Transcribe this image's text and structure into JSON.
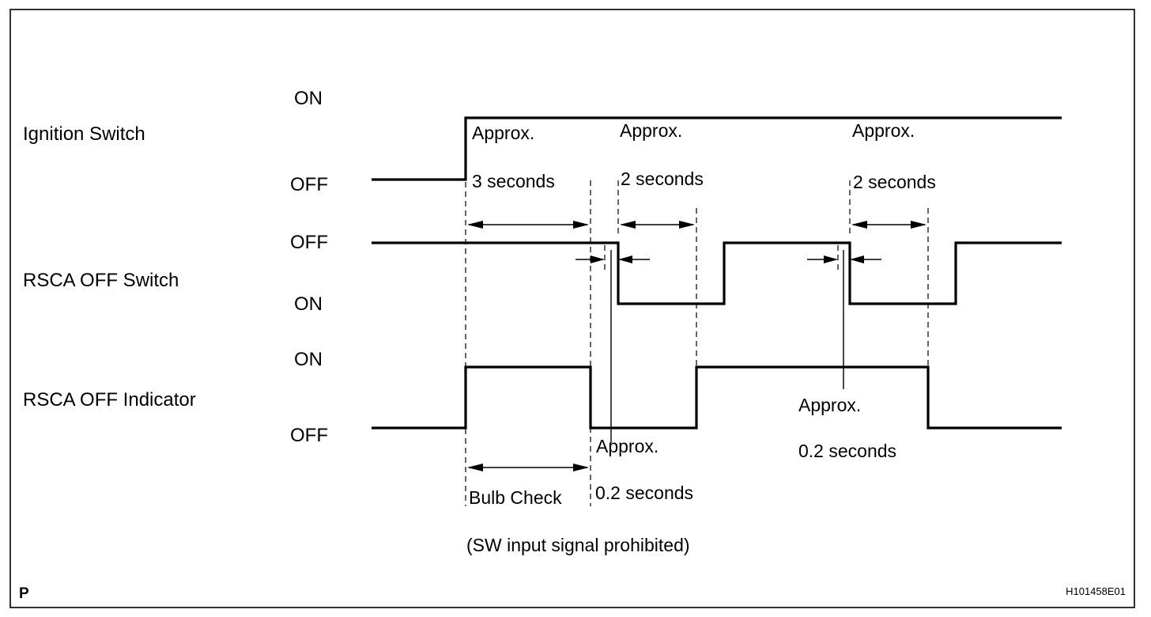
{
  "signals": {
    "ignition": {
      "label": "Ignition Switch",
      "upper_state": "ON",
      "lower_state": "OFF"
    },
    "rsca_switch": {
      "label": "RSCA OFF Switch",
      "upper_state": "OFF",
      "lower_state": "ON"
    },
    "rsca_indicator": {
      "label": "RSCA OFF Indicator",
      "upper_state": "ON",
      "lower_state": "OFF"
    }
  },
  "annotations": {
    "t1": {
      "line1": "Approx.",
      "line2": "3 seconds"
    },
    "t2": {
      "line1": "Approx.",
      "line2": "2 seconds"
    },
    "t3": {
      "line1": "Approx.",
      "line2": "2 seconds"
    },
    "d1": {
      "line1": "Approx.",
      "line2": "0.2  seconds"
    },
    "d2": {
      "line1": "Approx.",
      "line2": "0.2  seconds"
    },
    "bulb_check": "Bulb Check",
    "sw_prohibited": "(SW input signal prohibited)"
  },
  "corner": {
    "page_marker": "P",
    "figure_id": "H101458E01"
  }
}
